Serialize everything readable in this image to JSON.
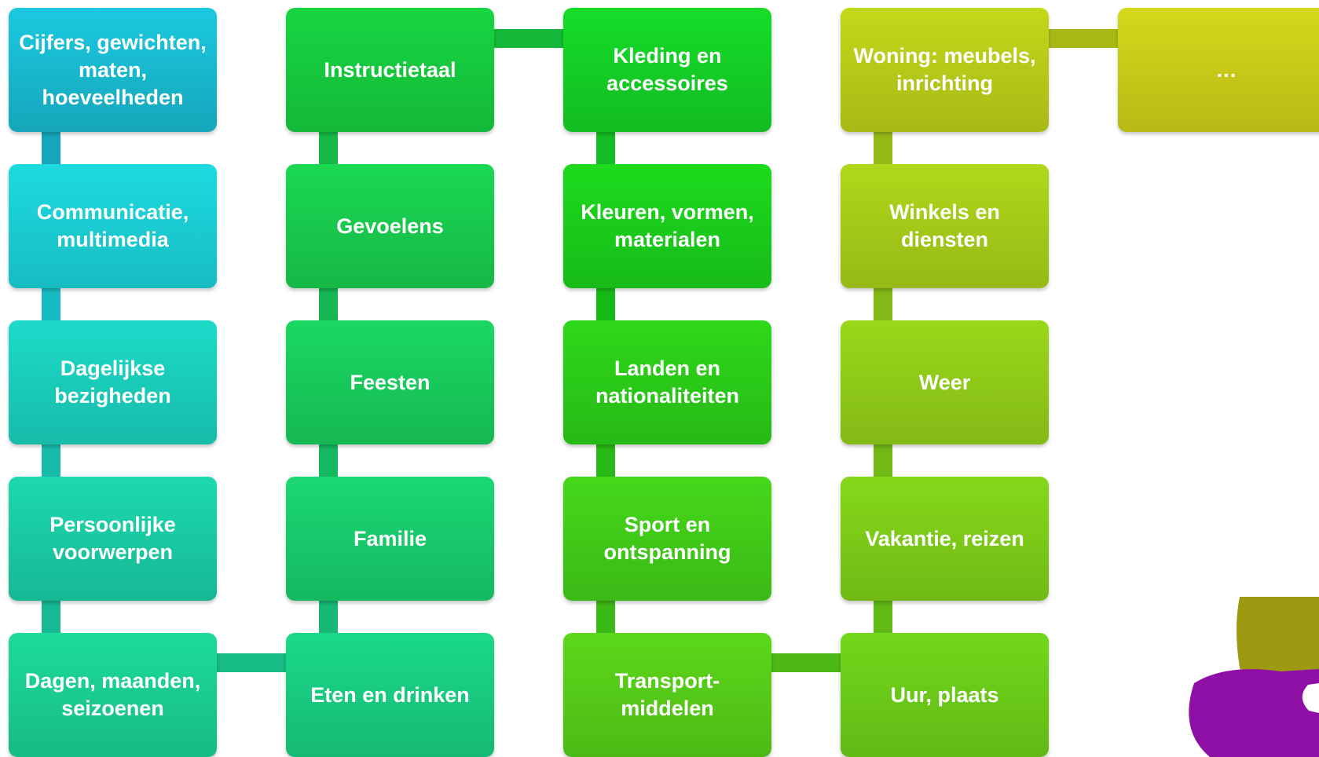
{
  "diagram": {
    "nodes": [
      {
        "id": "n1",
        "label": "Cijfers, gewichten, maten, hoeveelheden",
        "color_top": "#1bc9e0",
        "color_bottom": "#16a6bb"
      },
      {
        "id": "n2",
        "label": "Communicatie, multimedia",
        "color_top": "#1ddbe0",
        "color_bottom": "#17bcc2"
      },
      {
        "id": "n3",
        "label": "Dagelijkse bezigheden",
        "color_top": "#1ddbc9",
        "color_bottom": "#17bbaa"
      },
      {
        "id": "n4",
        "label": "Persoonlijke voorwerpen",
        "color_top": "#1dd9b0",
        "color_bottom": "#17b894"
      },
      {
        "id": "n5",
        "label": "Dagen, maanden, seizoenen",
        "color_top": "#1ddb9c",
        "color_bottom": "#17bb85"
      },
      {
        "id": "n6",
        "label": "Eten en drinken",
        "color_top": "#1ad989",
        "color_bottom": "#16b974"
      },
      {
        "id": "n7",
        "label": "Familie",
        "color_top": "#1ad873",
        "color_bottom": "#16b862"
      },
      {
        "id": "n8",
        "label": "Feesten",
        "color_top": "#1ad862",
        "color_bottom": "#16b853"
      },
      {
        "id": "n9",
        "label": "Gevoelens",
        "color_top": "#1ad852",
        "color_bottom": "#16b846"
      },
      {
        "id": "n10",
        "label": "Instructietaal",
        "color_top": "#18d642",
        "color_bottom": "#14b838"
      },
      {
        "id": "n11",
        "label": "Kleding en accessoires",
        "color_top": "#16dd28",
        "color_bottom": "#12bc22"
      },
      {
        "id": "n12",
        "label": "Kleuren, vormen, materialen",
        "color_top": "#1ddb1d",
        "color_bottom": "#17bb18"
      },
      {
        "id": "n13",
        "label": "Landen en nationaliteiten",
        "color_top": "#2ed81a",
        "color_bottom": "#27b916"
      },
      {
        "id": "n14",
        "label": "Sport en ontspanning",
        "color_top": "#45d81a",
        "color_bottom": "#3bb916"
      },
      {
        "id": "n15",
        "label": "Transport-middelen",
        "color_top": "#5cd81a",
        "color_bottom": "#4eb916"
      },
      {
        "id": "n16",
        "label": "Uur, plaats",
        "color_top": "#72d81a",
        "color_bottom": "#61b916"
      },
      {
        "id": "n17",
        "label": "Vakantie, reizen",
        "color_top": "#86d81a",
        "color_bottom": "#72b916"
      },
      {
        "id": "n18",
        "label": "Weer",
        "color_top": "#9ad81a",
        "color_bottom": "#83b916"
      },
      {
        "id": "n19",
        "label": "Winkels en diensten",
        "color_top": "#b0d81a",
        "color_bottom": "#96b916"
      },
      {
        "id": "n20",
        "label": "Woning: meubels, inrichting",
        "color_top": "#c4d81a",
        "color_bottom": "#a8b916"
      },
      {
        "id": "n21",
        "label": "…",
        "color_top": "#d6d81a",
        "color_bottom": "#b8b916"
      }
    ],
    "edges": [
      [
        "n1",
        "n2"
      ],
      [
        "n2",
        "n3"
      ],
      [
        "n3",
        "n4"
      ],
      [
        "n4",
        "n5"
      ],
      [
        "n5",
        "n6"
      ],
      [
        "n6",
        "n7"
      ],
      [
        "n7",
        "n8"
      ],
      [
        "n8",
        "n9"
      ],
      [
        "n9",
        "n10"
      ],
      [
        "n10",
        "n11"
      ],
      [
        "n11",
        "n12"
      ],
      [
        "n12",
        "n13"
      ],
      [
        "n13",
        "n14"
      ],
      [
        "n14",
        "n15"
      ],
      [
        "n15",
        "n16"
      ],
      [
        "n16",
        "n17"
      ],
      [
        "n17",
        "n18"
      ],
      [
        "n18",
        "n19"
      ],
      [
        "n19",
        "n20"
      ],
      [
        "n20",
        "n21"
      ]
    ]
  },
  "decoration": {
    "colors": [
      "#9d9a12",
      "#8e0fa5",
      "#ffffff"
    ]
  }
}
